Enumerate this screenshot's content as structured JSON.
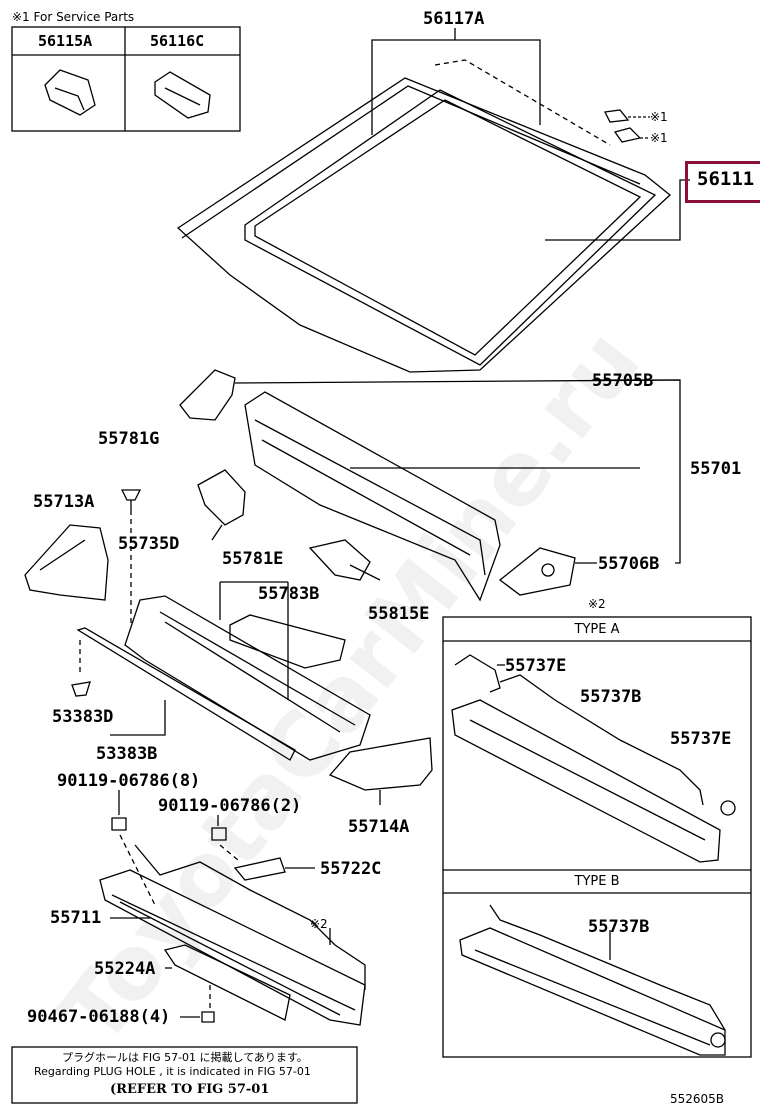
{
  "service_note": "※1 For Service Parts",
  "service_parts": [
    "56115A",
    "56116C"
  ],
  "marks": {
    "one": "※1",
    "two": "※2"
  },
  "labels": {
    "p56117A": "56117A",
    "p56111": "56111",
    "p55705B": "55705B",
    "p55781G": "55781G",
    "p55701": "55701",
    "p55713A": "55713A",
    "p55735D": "55735D",
    "p55781E": "55781E",
    "p55706B": "55706B",
    "p55783B": "55783B",
    "p55815E": "55815E",
    "p53383D": "53383D",
    "p53383B": "53383B",
    "p90119_8": "90119-06786(8)",
    "p90119_2": "90119-06786(2)",
    "p55714A": "55714A",
    "p55722C": "55722C",
    "p55711": "55711",
    "p55224A": "55224A",
    "p90467": "90467-06188(4)"
  },
  "type_a": {
    "title": "TYPE A",
    "labels": [
      "55737E",
      "55737B",
      "55737E"
    ]
  },
  "type_b": {
    "title": "TYPE B",
    "labels": [
      "55737B"
    ]
  },
  "footer": {
    "line1": "プラグホールは FIG 57-01 に掲載してあります。",
    "line2": "Regarding  PLUG  HOLE , it is indicated in  FIG  57-01",
    "line3": "(REFER TO FIG 57-01"
  },
  "diagram_code": "552605B",
  "watermark": "ToyotaCarMine.ru",
  "colors": {
    "highlight": "#8a0f3a",
    "ink": "#000000"
  }
}
